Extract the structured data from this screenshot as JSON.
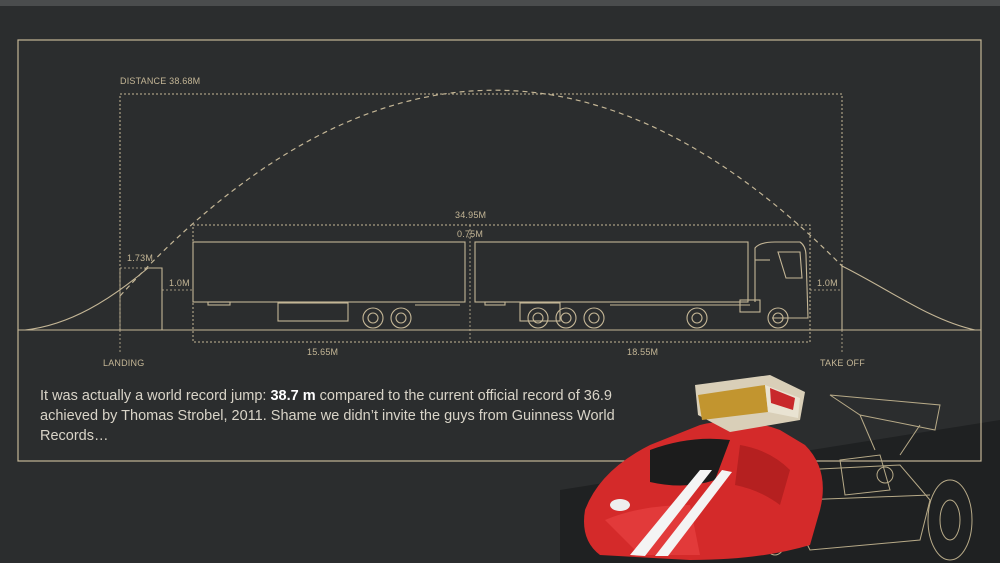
{
  "diagram": {
    "distance_label": "DISTANCE 38.68M",
    "trucks_length_label": "34.95M",
    "gap_label": "0.75M",
    "landing_height_label": "1.73M",
    "landing_ramp_gap_label": "1.0M",
    "takeoff_gap_label": "1.0M",
    "trailer1_length_label": "15.65M",
    "trailer2_length_label": "18.55M",
    "landing_label": "LANDING",
    "takeoff_label": "TAKE OFF"
  },
  "caption": {
    "part1": "It was actually a world record jump: ",
    "highlight": "38.7 m",
    "part2": " compared to the current official record of 36.9 achieved by Thomas Strobel, 2011. Shame we didn’t invite the guys from Guinness World Records…"
  },
  "colors": {
    "background": "#2b2d2e",
    "lines": "#c4b696",
    "car_red": "#d42a2a"
  }
}
